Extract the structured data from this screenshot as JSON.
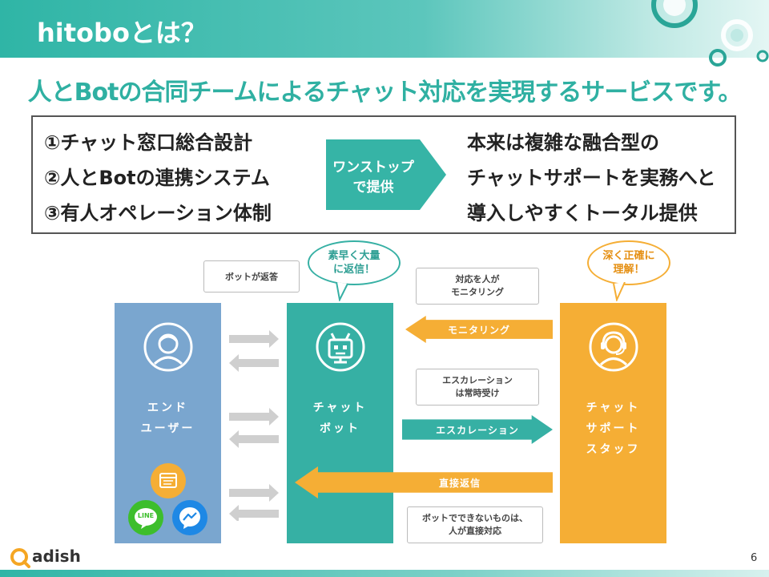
{
  "header": {
    "title": "hitoboとは？"
  },
  "tagline": "人とBotの合同チームによるチャット対応を実現するサービスです。",
  "features": {
    "items": [
      "①チャット窓口総合設計",
      "②人とBotの連携システム",
      "③有人オペレーション体制"
    ],
    "chevron_lines": [
      "ワンストップ",
      "で提供"
    ],
    "result_lines": [
      "本来は複雑な融合型の",
      "チャットサポートを実務へと",
      "導入しやすくトータル提供"
    ]
  },
  "diagram": {
    "columns": {
      "end_user": [
        "エンド",
        "ユーザー"
      ],
      "chatbot": [
        "チャット",
        "ボット"
      ],
      "staff": [
        "チャット",
        "サポート",
        "スタッフ"
      ]
    },
    "callouts": {
      "bot_reply": "ボットが返答",
      "monitor_note": [
        "対応を人が",
        "モニタリング"
      ],
      "escalation_note": [
        "エスカレーション",
        "は常時受け"
      ],
      "direct_note": [
        "ボットでできないものは、",
        "人が直接対応"
      ]
    },
    "bubbles": {
      "bot": [
        "素早く大量",
        "に返信！"
      ],
      "staff": [
        "深く正確に",
        "理解！"
      ]
    },
    "arrows": {
      "monitoring": "モニタリング",
      "escalation": "エスカレーション",
      "direct_reply": "直接返信"
    },
    "channels": [
      "LINE"
    ]
  },
  "colors": {
    "teal": "#36b0a4",
    "blue": "#7aa6cf",
    "orange": "#f5ae35",
    "line_green": "#3dbe2c",
    "messenger_blue": "#1e88e5"
  },
  "footer": {
    "brand": "adish",
    "page": "6"
  }
}
